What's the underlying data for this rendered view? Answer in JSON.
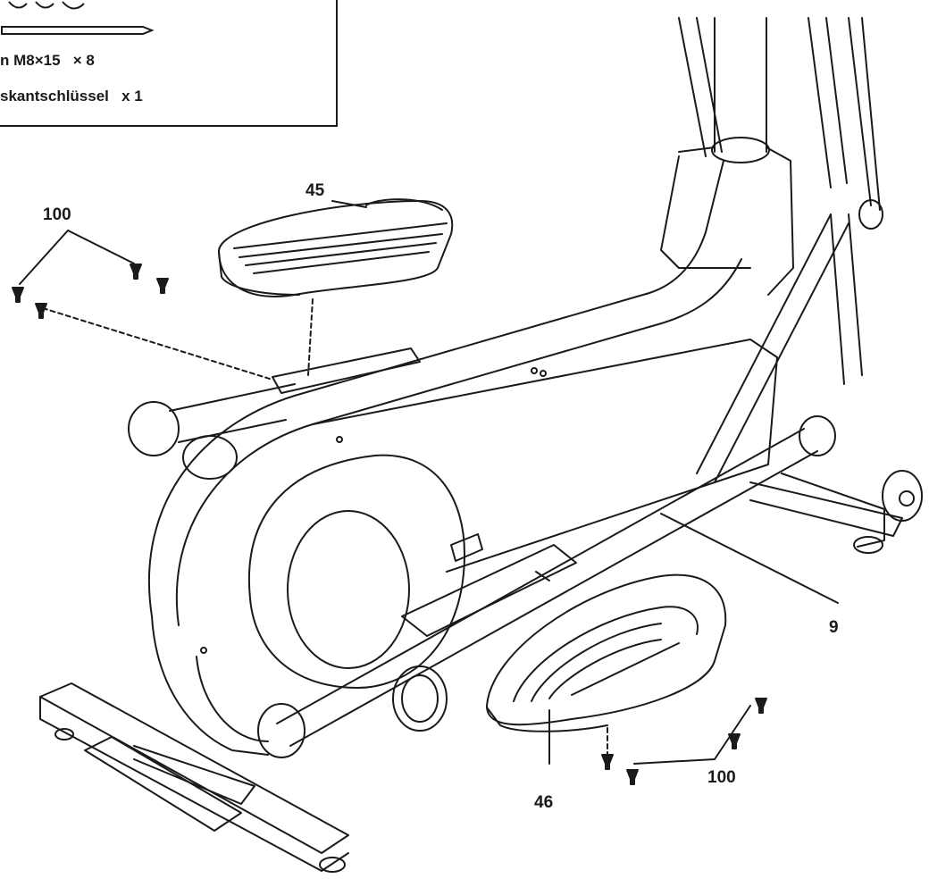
{
  "parts_box": {
    "lines": [
      {
        "name": "n M8×15",
        "qty": "× 8"
      },
      {
        "name": "skantschlüssel",
        "qty": "x 1"
      }
    ]
  },
  "callouts": [
    {
      "label": "45"
    },
    {
      "label": "100"
    },
    {
      "label": "9"
    },
    {
      "label": "46"
    },
    {
      "label": "100"
    }
  ],
  "colors": {
    "ink": "#1a1a1a",
    "background": "#ffffff"
  }
}
